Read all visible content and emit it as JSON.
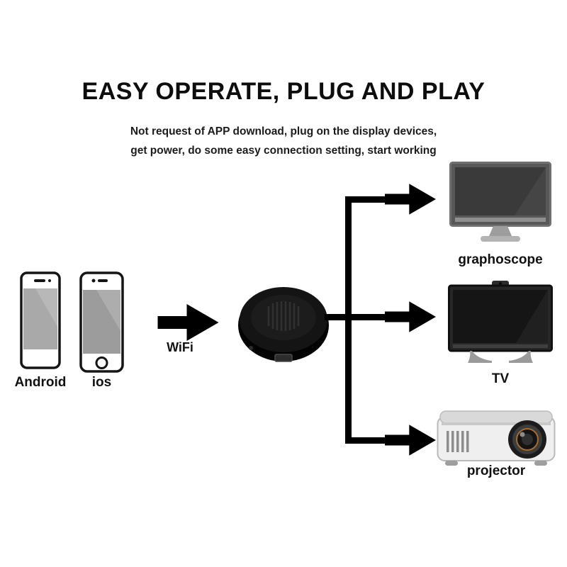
{
  "title": "EASY OPERATE, PLUG AND PLAY",
  "subtitle": {
    "line1": "Not request of APP download, plug on the display devices,",
    "line2": "get power, do some easy connection setting, start working"
  },
  "sources": {
    "android_label": "Android",
    "ios_label": "ios"
  },
  "connection": {
    "wifi_label": "WiFi"
  },
  "targets": {
    "graphoscope_label": "graphoscope",
    "tv_label": "TV",
    "projector_label": "projector"
  },
  "colors": {
    "background": "#ffffff",
    "text": "#111111",
    "line": "#000000",
    "screen_gray": "#a0a0a0"
  }
}
